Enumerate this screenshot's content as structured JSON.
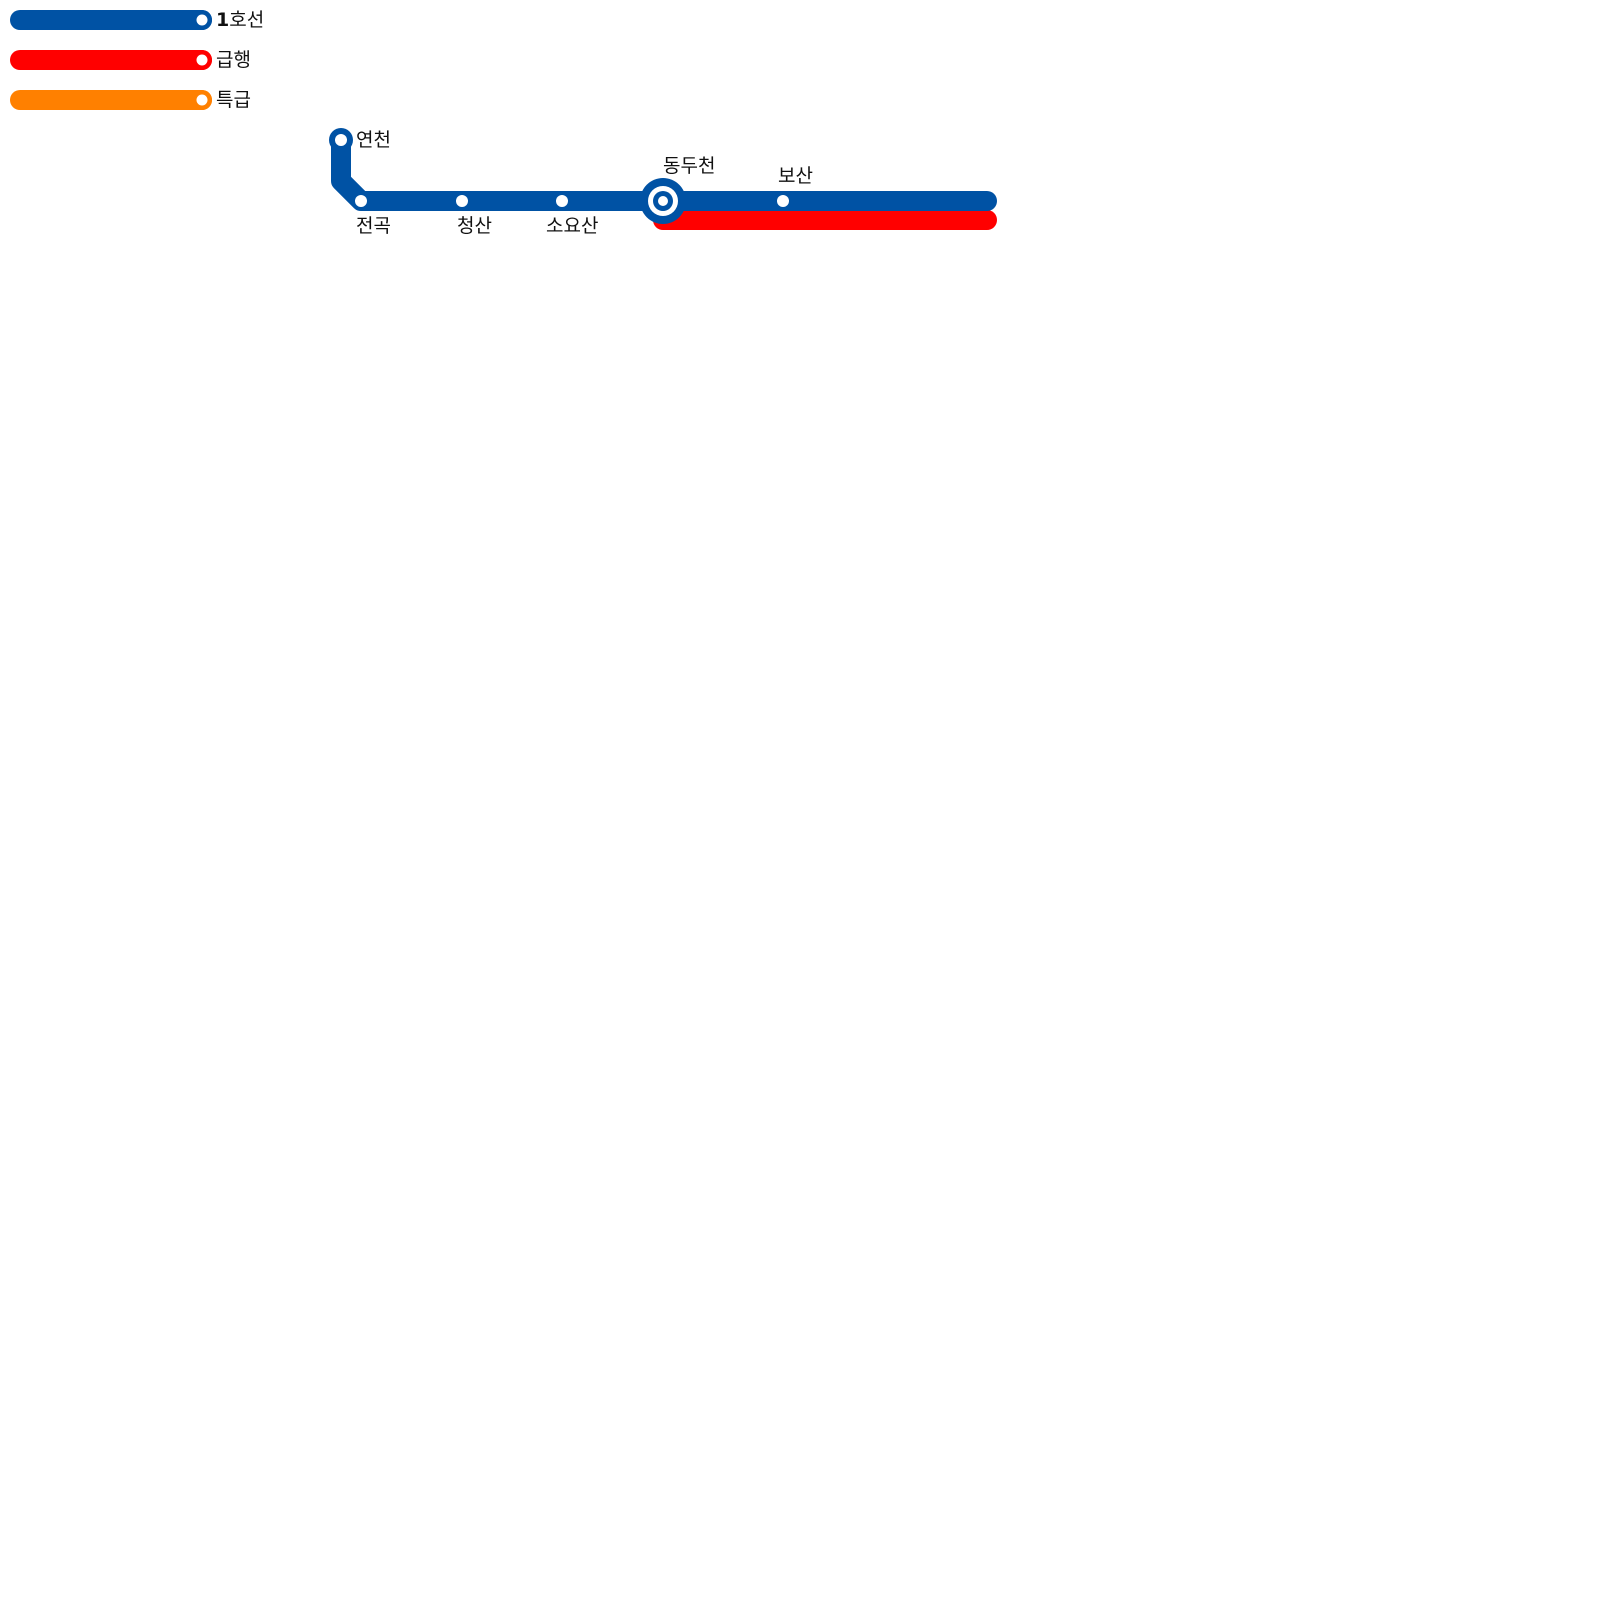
{
  "legend": {
    "items": [
      {
        "key": "line1",
        "label_num": "1",
        "label_rest": "호선",
        "color": "#0052a4"
      },
      {
        "key": "express",
        "label": "급행",
        "color": "#ff0000"
      },
      {
        "key": "special",
        "label": "특급",
        "color": "#ff8000"
      }
    ]
  },
  "stations": {
    "yeoncheon": "연천",
    "jeongok": "전곡",
    "cheongsan": "청산",
    "soyosan": "소요산",
    "dongducheon": "동두천",
    "bosan": "보산"
  },
  "colors": {
    "line1": "#0052a4",
    "express": "#ff0000",
    "special": "#ff8000",
    "station_fill": "#ffffff"
  }
}
